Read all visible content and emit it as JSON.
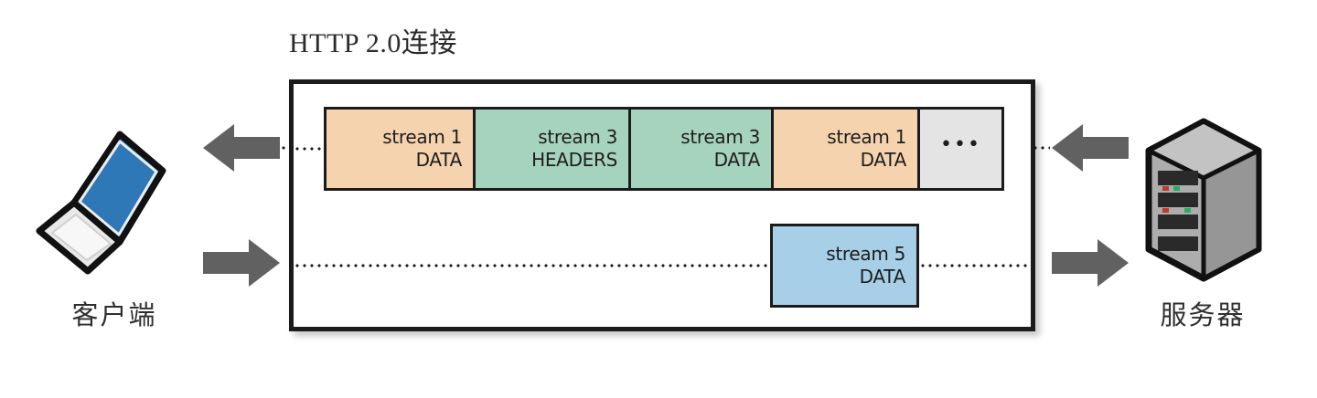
{
  "title": "HTTP 2.0连接",
  "colors": {
    "peach": "#F5D3AE",
    "green": "#A6D3BE",
    "blue": "#A7CFE7",
    "gray": "#E4E4E4",
    "outline": "#1b1b1b",
    "arrow": "#616161",
    "laptop_screen": "#2E78B8",
    "server_body": "#A9A9A9"
  },
  "connection": {
    "upstream_frames": [
      {
        "stream": "stream 1",
        "frame_type": "DATA",
        "color_key": "peach",
        "width": 166
      },
      {
        "stream": "stream 3",
        "frame_type": "HEADERS",
        "color_key": "green",
        "width": 173
      },
      {
        "stream": "stream 3",
        "frame_type": "DATA",
        "color_key": "green",
        "width": 159
      },
      {
        "stream": "stream 1",
        "frame_type": "DATA",
        "color_key": "peach",
        "width": 163
      },
      {
        "stream": "•••",
        "frame_type": "",
        "color_key": "gray",
        "width": 95
      }
    ],
    "downstream_frames": [
      {
        "stream": "stream 5",
        "frame_type": "DATA",
        "color_key": "blue",
        "width": 163
      }
    ]
  },
  "endpoints": {
    "client": {
      "label": "客户端",
      "icon": "laptop-icon"
    },
    "server": {
      "label": "服务器",
      "icon": "server-tower-icon"
    }
  },
  "arrows": [
    {
      "name": "client-inbound-arrow",
      "direction": "left"
    },
    {
      "name": "client-outbound-arrow",
      "direction": "right"
    },
    {
      "name": "server-inbound-arrow",
      "direction": "left"
    },
    {
      "name": "server-outbound-arrow",
      "direction": "right"
    }
  ]
}
